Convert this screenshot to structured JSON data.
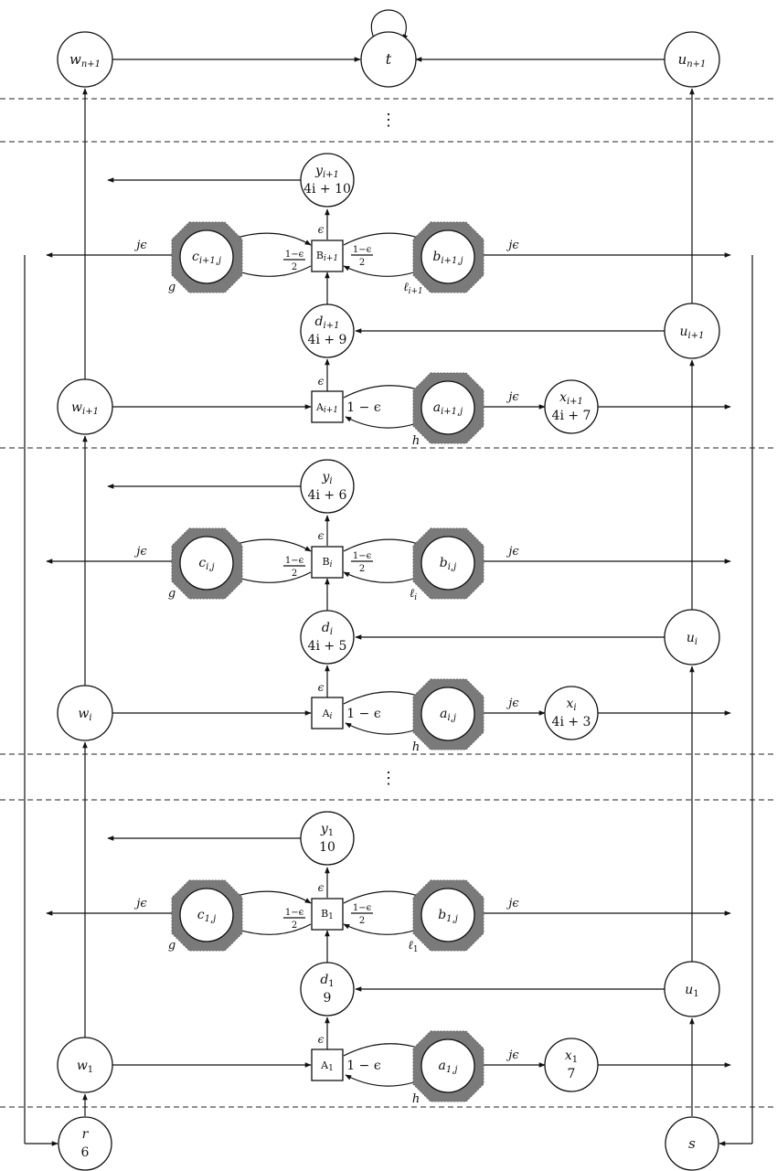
{
  "nodes": {
    "t": "t",
    "w_top": "w",
    "w_top_sub": "n+1",
    "u_top": "u",
    "u_top_sub": "n+1",
    "dots_top": "⋮",
    "dots_mid": "⋮",
    "y_ip1": "y",
    "y_ip1_sub": "i+1",
    "y_ip1_val": "4i + 10",
    "c_ip1": "c",
    "c_ip1_sub": "i+1,j",
    "B_ip1": "B",
    "B_ip1_sub": "i+1",
    "b_ip1": "b",
    "b_ip1_sub": "i+1,j",
    "d_ip1": "d",
    "d_ip1_sub": "i+1",
    "d_ip1_val": "4i + 9",
    "u_ip1": "u",
    "u_ip1_sub": "i+1",
    "w_ip1": "w",
    "w_ip1_sub": "i+1",
    "A_ip1": "A",
    "A_ip1_sub": "i+1",
    "a_ip1": "a",
    "a_ip1_sub": "i+1,j",
    "x_ip1": "x",
    "x_ip1_sub": "i+1",
    "x_ip1_val": "4i + 7",
    "y_i": "y",
    "y_i_sub": "i",
    "y_i_val": "4i + 6",
    "c_i": "c",
    "c_i_sub": "i,j",
    "B_i": "B",
    "B_i_sub": "i",
    "b_i": "b",
    "b_i_sub": "i,j",
    "d_i": "d",
    "d_i_sub": "i",
    "d_i_val": "4i + 5",
    "u_i": "u",
    "u_i_sub": "i",
    "w_i": "w",
    "w_i_sub": "i",
    "A_i": "A",
    "A_i_sub": "i",
    "a_i": "a",
    "a_i_sub": "i,j",
    "x_i": "x",
    "x_i_sub": "i",
    "x_i_val": "4i + 3",
    "y_1": "y",
    "y_1_sub": "1",
    "y_1_val": "10",
    "c_1": "c",
    "c_1_sub": "1,j",
    "B_1": "B",
    "B_1_sub": "1",
    "b_1": "b",
    "b_1_sub": "1,j",
    "d_1": "d",
    "d_1_sub": "1",
    "d_1_val": "9",
    "u_1": "u",
    "u_1_sub": "1",
    "w_1": "w",
    "w_1_sub": "1",
    "A_1": "A",
    "A_1_sub": "1",
    "a_1": "a",
    "a_1_sub": "1,j",
    "x_1": "x",
    "x_1_sub": "1",
    "x_1_val": "7",
    "r": "r",
    "r_val": "6",
    "s": "s"
  },
  "edge_labels": {
    "j_eps": "jϵ",
    "eps": "ϵ",
    "one_minus_eps": "1 − ϵ",
    "frac_num": "1−ϵ",
    "frac_den": "2",
    "g": "g",
    "h": "h",
    "l": "ℓ",
    "l_ip1_sub": "i+1",
    "l_i_sub": "i",
    "l_1_sub": "1"
  }
}
